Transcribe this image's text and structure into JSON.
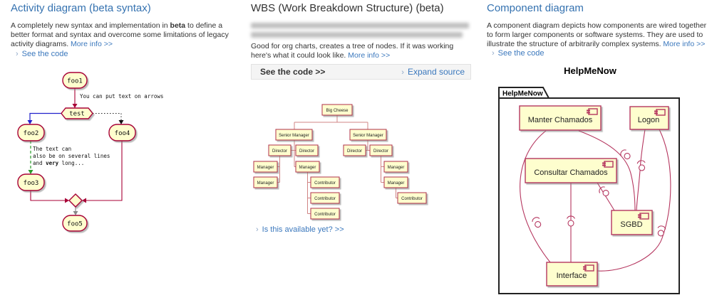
{
  "ui": {
    "chevron": "›"
  },
  "colors": {
    "heading_blue": "#3572b0",
    "link_blue": "#3b78bd",
    "uml_fill": "#fefece",
    "uml_border": "#a80036",
    "component_line": "#b5365f",
    "wbs_line": "#d08484"
  },
  "columns": {
    "activity": {
      "title": "Activity diagram (beta syntax)",
      "desc_before": "A completely new syntax and implementation in ",
      "desc_bold": "beta",
      "desc_after": " to define a better format and syntax and overcome some limitations of legacy activity diagrams. ",
      "more_info": "More info >>",
      "see_code": "See the code"
    },
    "wbs": {
      "title": "WBS (Work Breakdown Structure) (beta)",
      "desc": "Good for org charts, creates a tree of nodes. If it was working here's what it could look like. ",
      "more_info": "More info >>",
      "see_code_bar": "See the code >>",
      "expand_source": "Expand source",
      "available_link": "Is this available yet? >>"
    },
    "component": {
      "title": "Component diagram",
      "desc": "A component diagram depicts how components are wired together to form larger components or software systems. They are used to illustrate the structure of arbitrarily complex systems. ",
      "more_info": "More info >>",
      "see_code": "See the code"
    }
  },
  "activity_diagram": {
    "foo1": "foo1",
    "test": "test",
    "foo2": "foo2",
    "foo3": "foo3",
    "foo4": "foo4",
    "foo5": "foo5",
    "arrow_label": "You can put text on arrows",
    "note1": "The text can",
    "note2": "also be on several lines",
    "note3_before": "and ",
    "note3_bold": "very",
    "note3_after": " long..."
  },
  "wbs_nodes": [
    "Big Cheese",
    "Senior Manager",
    "Senior Manager",
    "Director",
    "Director",
    "Director",
    "Director",
    "Manager",
    "Manager",
    "Manager",
    "Contributor",
    "Contributor",
    "Contributor",
    "Manager",
    "Manager",
    "Contributor"
  ],
  "component_diagram": {
    "title": "HelpMeNow",
    "package": "HelpMeNow",
    "manter": "Manter Chamados",
    "logon": "Logon",
    "consultar": "Consultar Chamados",
    "sgbd": "SGBD",
    "interface": "Interface"
  }
}
